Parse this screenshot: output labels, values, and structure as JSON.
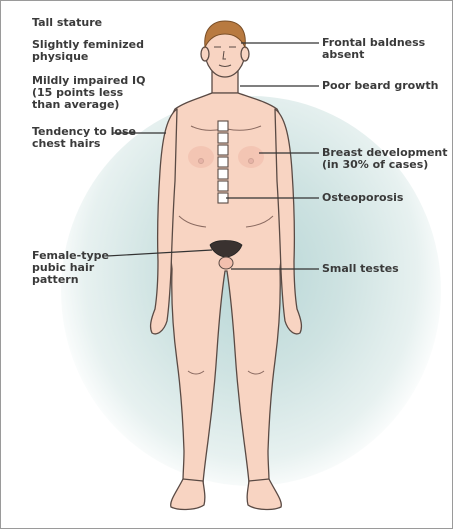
{
  "labels": {
    "tall_stature": "Tall stature",
    "feminized_physique": "Slightly feminized\nphysique",
    "impaired_iq": "Mildly impaired IQ\n(15 points less\nthan average)",
    "chest_hairs": "Tendency to lose\nchest hairs",
    "pubic_hair": "Female-type\npubic hair\npattern",
    "frontal_baldness": "Frontal baldness\nabsent",
    "beard_growth": "Poor beard growth",
    "breast_development": "Breast development\n(in 30% of cases)",
    "osteoporosis": "Osteoporosis",
    "small_testes": "Small testes"
  },
  "colors": {
    "skin": "#f8d4c2",
    "outline": "#5a4a44",
    "hair": "#b87a40",
    "leader_line": "#333333",
    "text": "#3a3a3a",
    "glow": "#b7d6d6"
  }
}
